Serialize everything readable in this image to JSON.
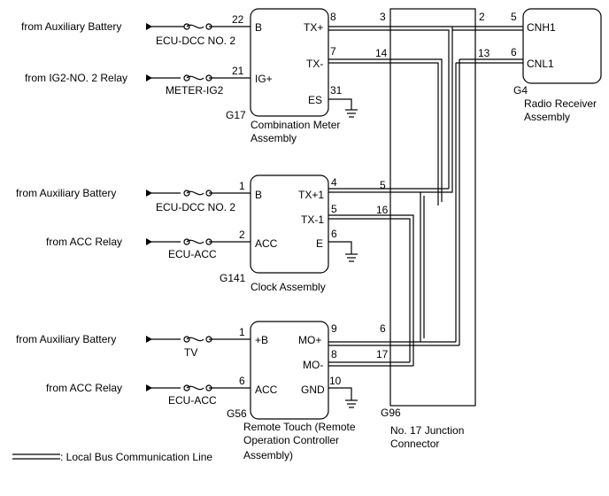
{
  "sources": {
    "aux1": "from Auxiliary Battery",
    "ig2": "from IG2-NO. 2 Relay",
    "aux2": "from Auxiliary Battery",
    "acc1": "from ACC Relay",
    "aux3": "from Auxiliary Battery",
    "acc2": "from ACC Relay"
  },
  "fuses": {
    "f1": "ECU-DCC NO. 2",
    "f2": "METER-IG2",
    "f3": "ECU-DCC NO. 2",
    "f4": "ECU-ACC",
    "f5": "TV",
    "f6": "ECU-ACC"
  },
  "meter": {
    "code": "G17",
    "name1": "Combination Meter",
    "name2": "Assembly",
    "pins": {
      "B": "B",
      "IG": "IG+",
      "TXP": "TX+",
      "TXM": "TX-",
      "ES": "ES"
    },
    "nums": {
      "B": "22",
      "IG": "21",
      "TXP": "8",
      "TXM": "7",
      "ES": "31"
    }
  },
  "clock": {
    "code": "G141",
    "name": "Clock Assembly",
    "pins": {
      "B": "B",
      "ACC": "ACC",
      "TXP": "TX+1",
      "TXM": "TX-1",
      "E": "E"
    },
    "nums": {
      "B": "1",
      "ACC": "2",
      "TXP": "4",
      "TXM": "5",
      "E": "6"
    }
  },
  "remote": {
    "code": "G56",
    "name1": "Remote Touch (Remote",
    "name2": "Operation Controller",
    "name3": "Assembly)",
    "pins": {
      "B": "+B",
      "ACC": "ACC",
      "MOP": "MO+",
      "MOM": "MO-",
      "GND": "GND"
    },
    "nums": {
      "B": "1",
      "ACC": "6",
      "MOP": "9",
      "MOM": "8",
      "GND": "10"
    }
  },
  "radio": {
    "code": "G4",
    "name1": "Radio Receiver",
    "name2": "Assembly",
    "pins": {
      "CNH": "CNH1",
      "CNL": "CNL1"
    },
    "nums": {
      "CNH": "5",
      "CNL": "6"
    }
  },
  "junction": {
    "code": "G96",
    "name1": "No. 17 Junction",
    "name2": "Connector",
    "pins": {
      "p3": "3",
      "p2": "2",
      "p14": "14",
      "p13": "13",
      "p5": "5",
      "p16": "16",
      "p6": "6",
      "p17": "17"
    }
  },
  "legend": ": Local Bus Communication Line"
}
